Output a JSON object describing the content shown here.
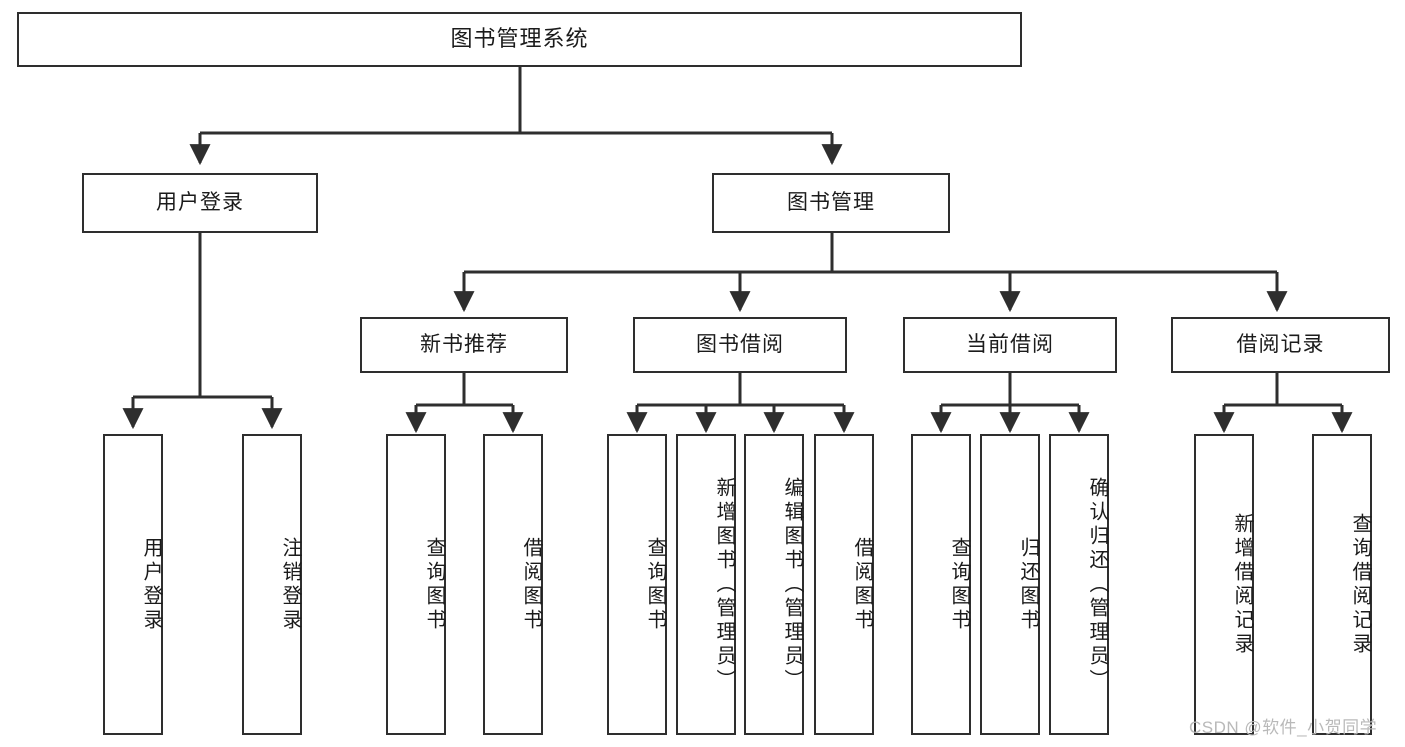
{
  "diagram": {
    "type": "tree",
    "title": "图书管理系统",
    "orientation": "top-down",
    "colors": {
      "background": "#ffffff",
      "box_border": "#2e2e2e",
      "box_fill": "#ffffff",
      "connector": "#2e2e2e",
      "text": "#1b1b1b",
      "watermark": "#b9b9b9"
    }
  },
  "watermark": {
    "text": "CSDN @软件_小贺同学"
  },
  "nodes": {
    "root": {
      "label": "图书管理系统",
      "level": 1
    },
    "level2": [
      {
        "id": "user-login",
        "label": "用户登录"
      },
      {
        "id": "book-manage",
        "label": "图书管理"
      }
    ],
    "level3": [
      {
        "id": "new-book-recommend",
        "label": "新书推荐"
      },
      {
        "id": "book-borrow",
        "label": "图书借阅"
      },
      {
        "id": "current-borrow",
        "label": "当前借阅"
      },
      {
        "id": "borrow-record",
        "label": "借阅记录"
      }
    ],
    "leaves": {
      "user_login": [
        {
          "id": "leaf-user-login",
          "label": "用户登录"
        },
        {
          "id": "leaf-logout-login",
          "label": "注销登录"
        }
      ],
      "new_book_recommend": [
        {
          "id": "leaf-query-book-1",
          "label": "查询图书"
        },
        {
          "id": "leaf-borrow-book-1",
          "label": "借阅图书"
        }
      ],
      "book_borrow": [
        {
          "id": "leaf-query-book-2",
          "label": "查询图书"
        },
        {
          "id": "leaf-add-book",
          "label": "新增图书（管理员）"
        },
        {
          "id": "leaf-edit-book",
          "label": "编辑图书（管理员）"
        },
        {
          "id": "leaf-borrow-book-2",
          "label": "借阅图书"
        }
      ],
      "current_borrow": [
        {
          "id": "leaf-query-book-3",
          "label": "查询图书"
        },
        {
          "id": "leaf-return-book",
          "label": "归还图书"
        },
        {
          "id": "leaf-confirm-return",
          "label": "确认归还（管理员）"
        }
      ],
      "borrow_record": [
        {
          "id": "leaf-add-record",
          "label": "新增借阅记录"
        },
        {
          "id": "leaf-query-record",
          "label": "查询借阅记录"
        }
      ]
    }
  }
}
